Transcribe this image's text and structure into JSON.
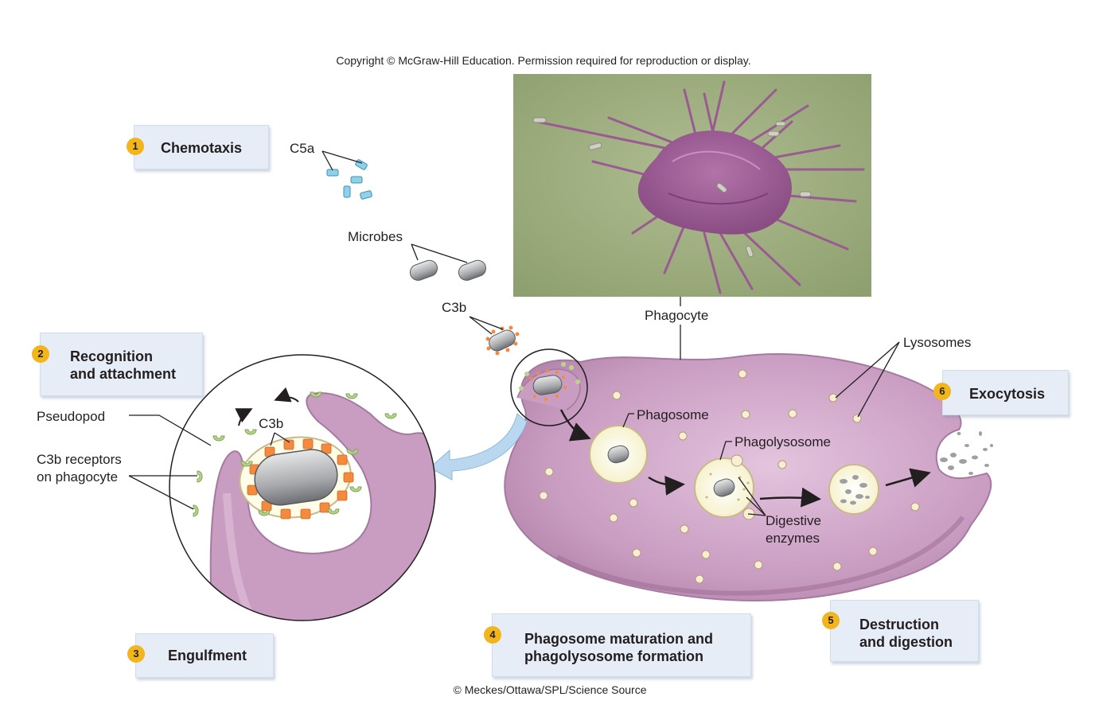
{
  "copyright_top": "Copyright © McGraw-Hill Education. Permission required for reproduction or display.",
  "copyright_bottom": "© Meckes/Ottawa/SPL/Science Source",
  "steps": [
    {
      "num": "1",
      "text": "Chemotaxis"
    },
    {
      "num": "2",
      "text_line1": "Recognition",
      "text_line2": "and attachment"
    },
    {
      "num": "3",
      "text": "Engulfment"
    },
    {
      "num": "4",
      "text_line1": "Phagosome maturation and",
      "text_line2": "phagolysosome formation"
    },
    {
      "num": "5",
      "text_line1": "Destruction",
      "text_line2": "and digestion"
    },
    {
      "num": "6",
      "text": "Exocytosis"
    }
  ],
  "labels": {
    "c5a": "C5a",
    "microbes": "Microbes",
    "c3b": "C3b",
    "c3b_inset": "C3b",
    "phagocyte": "Phagocyte",
    "lysosomes": "Lysosomes",
    "pseudopod": "Pseudopod",
    "c3b_receptors_line1": "C3b receptors",
    "c3b_receptors_line2": "on phagocyte",
    "phagosome": "Phagosome",
    "phagolysosome": "Phagolysosome",
    "digestive_line1": "Digestive",
    "digestive_line2": "enzymes"
  },
  "colors": {
    "cell": "#c89bc0",
    "cell_dark": "#a87aa2",
    "photo_bg": "#9fb07f",
    "photo_cell": "#a4619a",
    "step_box": "#e6edf6",
    "step_num": "#f2b61c",
    "c5a": "#6fc3e0",
    "microbe": "#a7a9ac",
    "c3b_dot": "#f58a3c",
    "receptor": "#b9d58b",
    "arrow_blue": "#a9cdea"
  }
}
